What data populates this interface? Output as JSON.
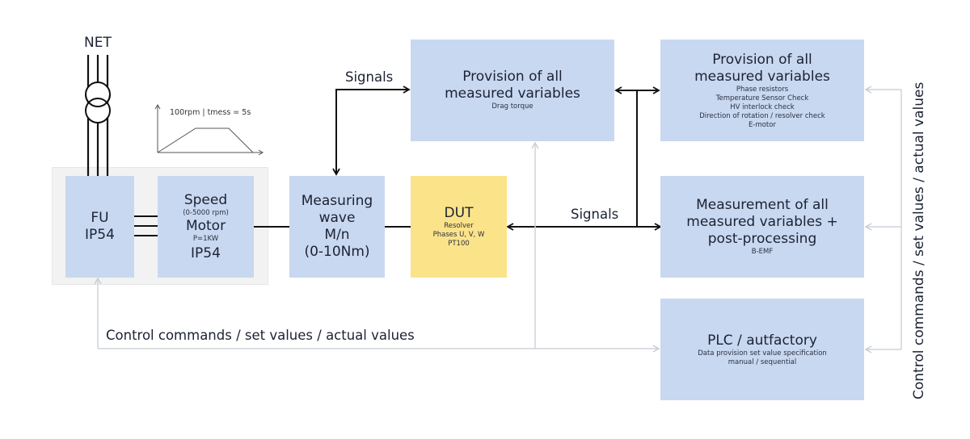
{
  "net_label": "NET",
  "speed_profile": {
    "label": "100rpm | tmess = 5s"
  },
  "blocks": {
    "fu": {
      "lines": [
        "FU",
        "IP54"
      ]
    },
    "motor": {
      "title": "Speed",
      "range": "(0-5000 rpm)",
      "name": "Motor",
      "power": "P=1KW",
      "rating": "IP54"
    },
    "measuring_wave": {
      "lines": [
        "Measuring",
        "wave",
        "M/n",
        "(0-10Nm)"
      ]
    },
    "dut": {
      "title": "DUT",
      "details": [
        "Resolver",
        "Phases U, V, W",
        "PT100"
      ]
    },
    "provision_drag": {
      "title_lines": [
        "Provision of all",
        "measured variables"
      ],
      "details": [
        "Drag torque"
      ]
    },
    "provision_checks": {
      "title_lines": [
        "Provision of all",
        "measured variables"
      ],
      "details": [
        "Phase resistors",
        "Temperature Sensor Check",
        "HV interlock check",
        "Direction of rotation / resolver check",
        "E-motor"
      ]
    },
    "measurement": {
      "title_lines": [
        "Measurement of all",
        "measured variables +",
        "post-processing"
      ],
      "details": [
        "B-EMF"
      ]
    },
    "plc": {
      "title": "PLC / autfactory",
      "details": [
        "Data provision set value specification",
        "manual / sequential"
      ]
    }
  },
  "connector_labels": {
    "signals_top": "Signals",
    "signals_mid": "Signals",
    "control_bottom": "Control commands / set values / actual values",
    "control_right": "Control commands / set values / actual values"
  },
  "colors": {
    "block": "#c8d8f0",
    "dut": "#fbe38a",
    "signal_line": "#111111",
    "control_line": "#cfd4da",
    "container": "#f2f2f2"
  }
}
